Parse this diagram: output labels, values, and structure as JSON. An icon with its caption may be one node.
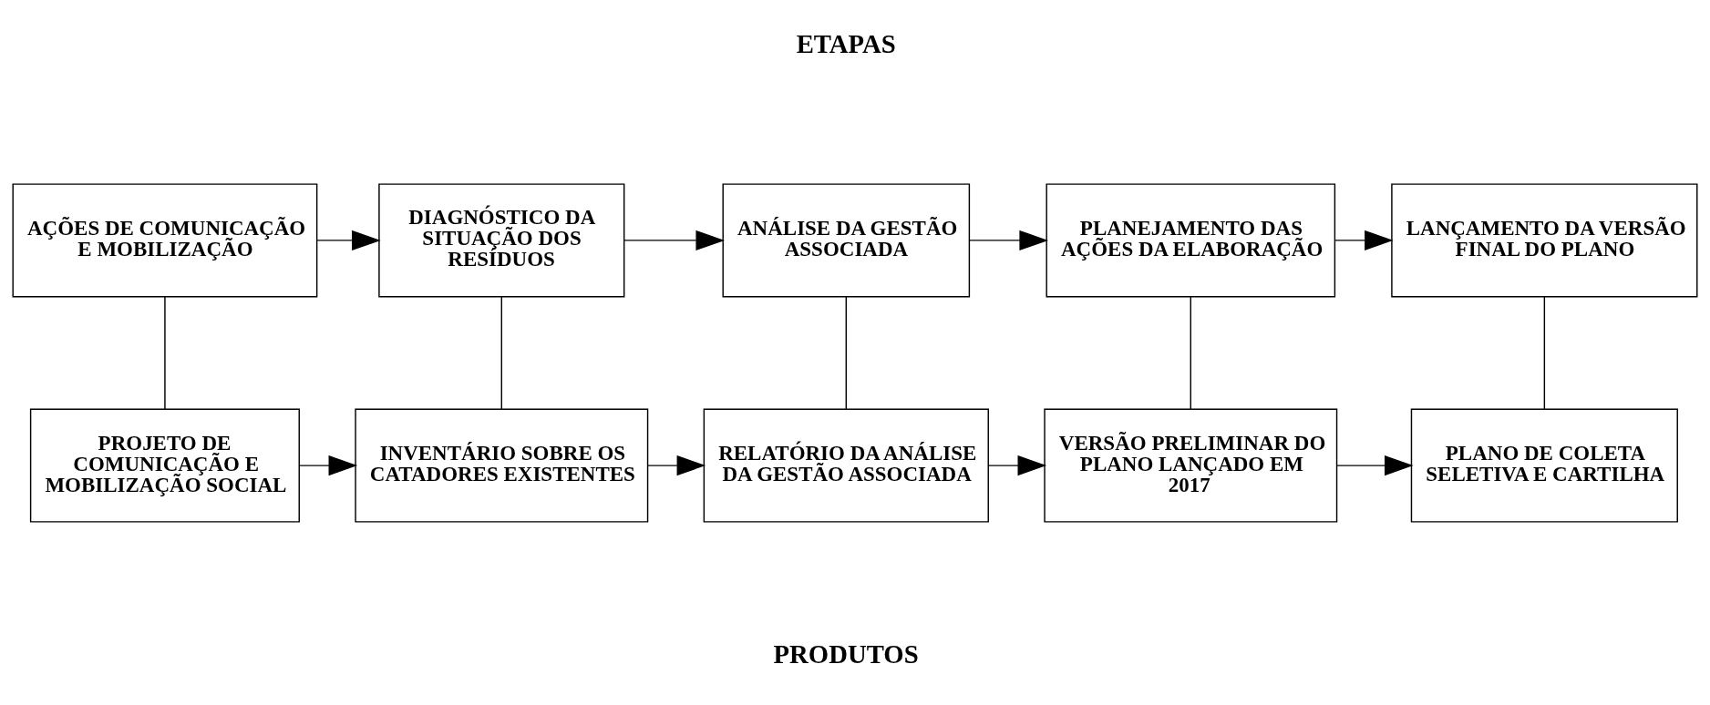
{
  "diagram": {
    "nodes": [
      {
        "text": [
          "AÇÕES DE COMUNICAÇÃO E MOBILIZAÇÃO"
        ]
      },
      {
        "text": [
          "DIAGNÓSTICO DA SITUAÇÃO DOS RESÍDUOS"
        ]
      },
      {
        "text": [
          "ANÁLISE DA GESTÃO ASSOCIADA"
        ]
      },
      {
        "text": [
          "PLANEJAMENTO DAS AÇÕES DA ELABORAÇÃO"
        ]
      },
      {
        "text": [
          "LANÇAMENTO DA VERSÃO FINAL DO PLANO"
        ]
      },
      {
        "text": [
          "PROJETO DE COMUNICAÇÃO E MOBILIZAÇÃO SOCIAL"
        ]
      },
      {
        "text": [
          "INVENTÁRIO SOBRE OS CATADORES EXISTENTES"
        ]
      },
      {
        "text": [
          "RELATÓRIO DA ANÁLISE DA GESTÃO ASSOCIADA"
        ]
      },
      {
        "text": [
          "VERSÃO PRELIMINAR DO PLANO LANÇADO EM 2017"
        ]
      },
      {
        "text": [
          "PLANO DE COLETA SELETIVA E CARTILHA"
        ]
      }
    ],
    "edges": [
      {
        "from": 0,
        "to": 1,
        "arrow": "to"
      },
      {
        "from": 1,
        "to": 2,
        "arrow": "to"
      },
      {
        "from": 2,
        "to": 3,
        "arrow": "to"
      },
      {
        "from": 3,
        "to": 4,
        "arrow": "to"
      },
      {
        "from": 5,
        "to": 6,
        "arrow": "to"
      },
      {
        "from": 6,
        "to": 7,
        "arrow": "to"
      },
      {
        "from": 7,
        "to": 8,
        "arrow": "to"
      },
      {
        "from": 8,
        "to": 9,
        "arrow": "to"
      },
      {
        "from": 0,
        "to": 5,
        "arrow": "none"
      },
      {
        "from": 1,
        "to": 6,
        "arrow": "none"
      },
      {
        "from": 2,
        "to": 7,
        "arrow": "none"
      },
      {
        "from": 3,
        "to": 8,
        "arrow": "none"
      },
      {
        "from": 4,
        "to": 9,
        "arrow": "none"
      }
    ],
    "labels": [
      "ETAPAS",
      "PRODUTOS"
    ]
  }
}
